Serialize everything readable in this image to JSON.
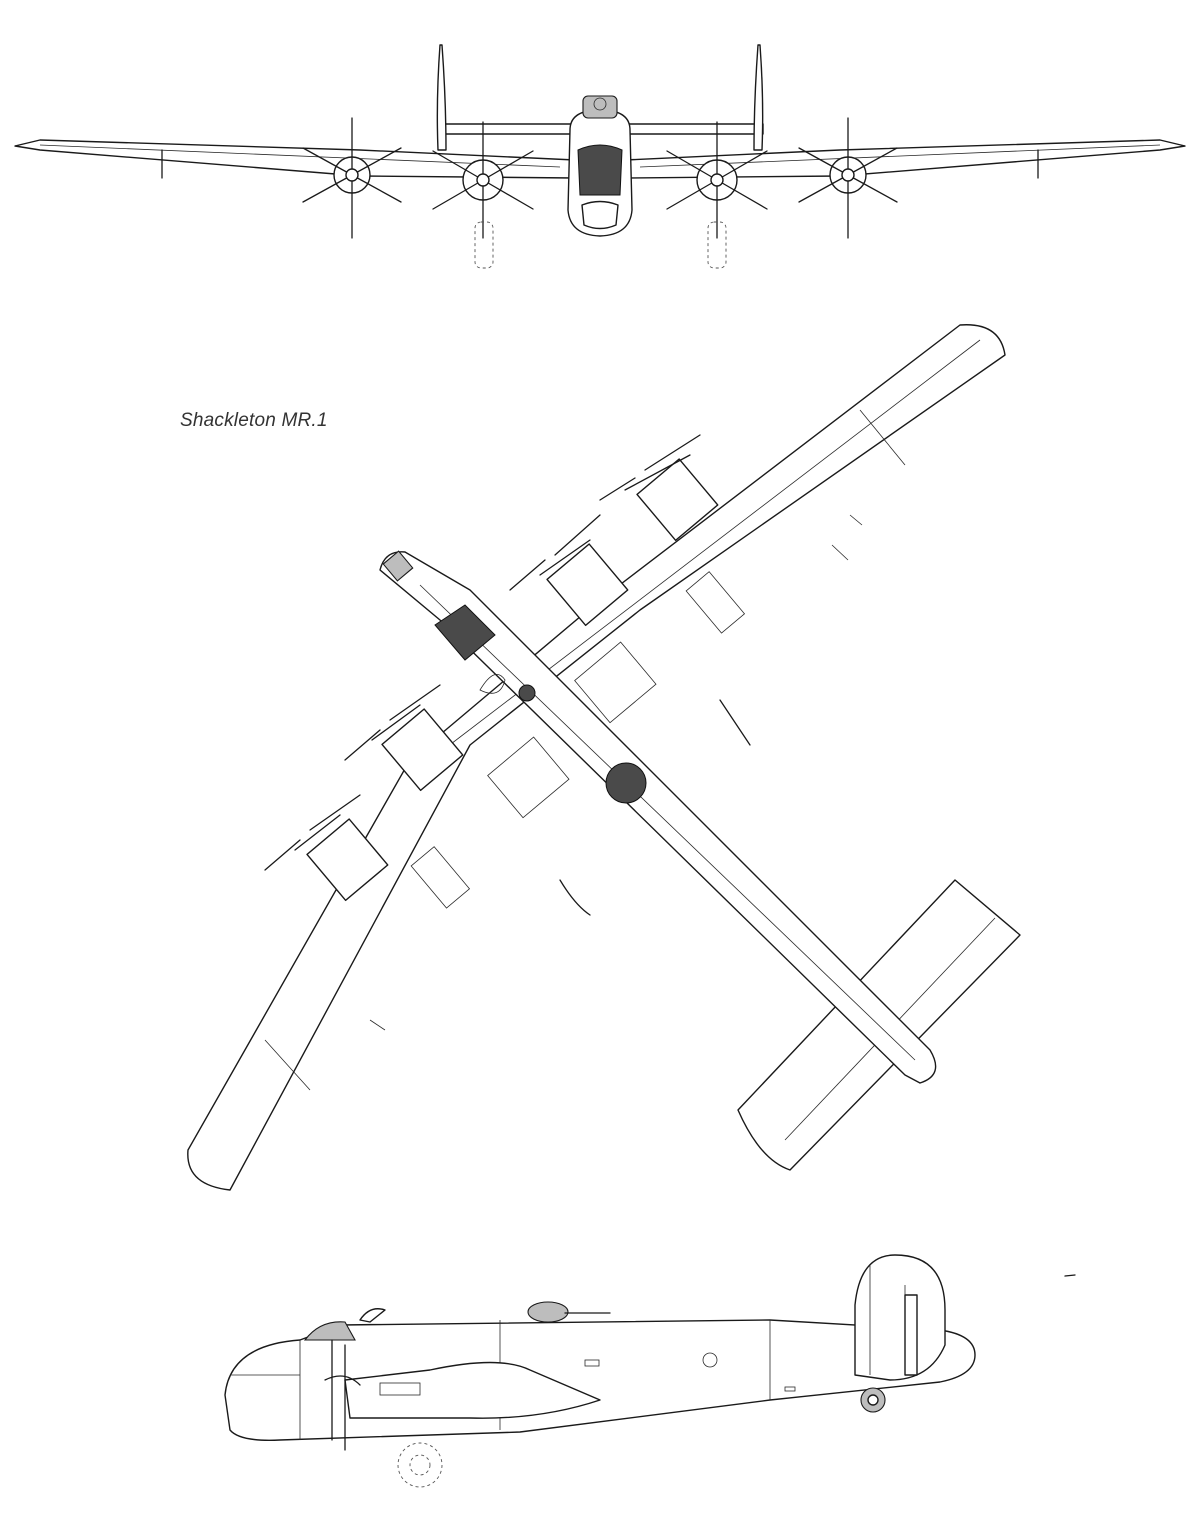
{
  "caption": {
    "designation": "Shackleton MR.1"
  },
  "views": [
    "front",
    "plan",
    "side"
  ],
  "colors": {
    "line": "#1a1a1a",
    "canopy_shade": "#4a4a4a",
    "gray_fill": "#bdbdbd",
    "background": "#ffffff"
  }
}
